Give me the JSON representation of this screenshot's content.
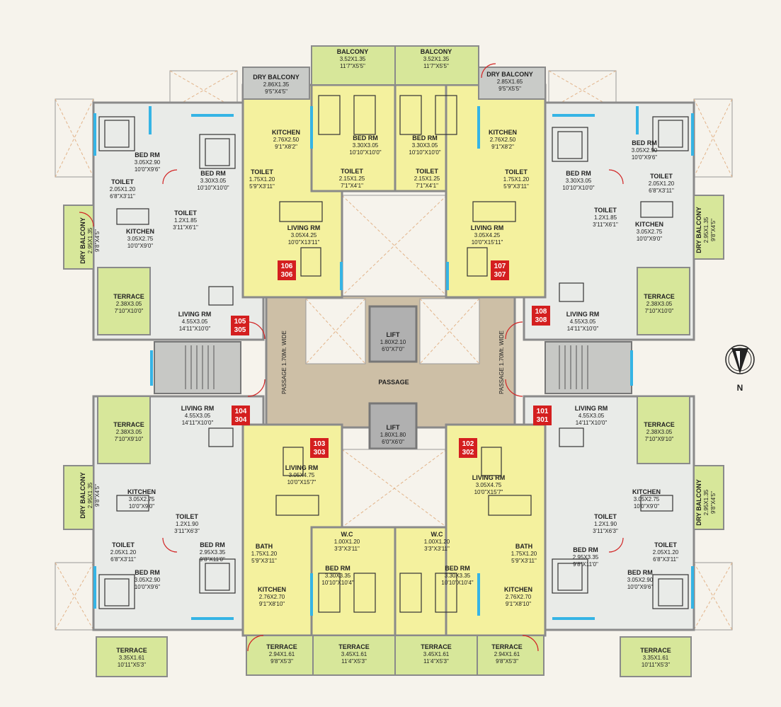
{
  "rooms": [
    {
      "name": "BALCONY",
      "dims": [
        "3.52X1.35",
        "11'7\"X5'5\""
      ]
    },
    {
      "name": "BALCONY",
      "dims": [
        "3.52X1.35",
        "11'7\"X5'5\""
      ]
    },
    {
      "name": "DRY BALCONY",
      "dims": [
        "2.86X1.35",
        "9'5\"X4'5\""
      ]
    },
    {
      "name": "DRY BALCONY",
      "dims": [
        "2.85X1.65",
        "9'5\"X5'5\""
      ]
    },
    {
      "name": "KITCHEN",
      "dims": [
        "2.76X2.50",
        "9'1\"X8'2\""
      ]
    },
    {
      "name": "BED RM",
      "dims": [
        "3.30X3.05",
        "10'10\"X10'0\""
      ]
    },
    {
      "name": "BED RM",
      "dims": [
        "3.30X3.05",
        "10'10\"X10'0\""
      ]
    },
    {
      "name": "KITCHEN",
      "dims": [
        "2.76X2.50",
        "9'1\"X8'2\""
      ]
    },
    {
      "name": "TOILET",
      "dims": [
        "1.75X1.20",
        "5'9\"X3'11\""
      ]
    },
    {
      "name": "TOILET",
      "dims": [
        "2.15X1.25",
        "7'1\"X4'1\""
      ]
    },
    {
      "name": "TOILET",
      "dims": [
        "2.15X1.25",
        "7'1\"X4'1\""
      ]
    },
    {
      "name": "TOILET",
      "dims": [
        "1.75X1.20",
        "5'9\"X3'11\""
      ]
    },
    {
      "name": "BED RM",
      "dims": [
        "3.05X2.90",
        "10'0\"X9'6\""
      ]
    },
    {
      "name": "BED RM",
      "dims": [
        "3.30X3.05",
        "10'10\"X10'0\""
      ]
    },
    {
      "name": "TOILET",
      "dims": [
        "2.05X1.20",
        "6'8\"X3'11\""
      ]
    },
    {
      "name": "TOILET",
      "dims": [
        "1.2X1.85",
        "3'11\"X6'1\""
      ]
    },
    {
      "name": "BED RM",
      "dims": [
        "3.30X3.05",
        "10'10\"X10'0\""
      ]
    },
    {
      "name": "BED RM",
      "dims": [
        "3.05X2.90",
        "10'0\"X9'6\""
      ]
    },
    {
      "name": "TOILET",
      "dims": [
        "2.05X1.20",
        "6'8\"X3'11\""
      ]
    },
    {
      "name": "TOILET",
      "dims": [
        "1.2X1.85",
        "3'11\"X6'1\""
      ]
    },
    {
      "name": "DRY BALCONY",
      "dims": [
        "2.95X1.35",
        "9'8\"X4'5\""
      ]
    },
    {
      "name": "KITCHEN",
      "dims": [
        "3.05X2.75",
        "10'0\"X9'0\""
      ]
    },
    {
      "name": "LIVING RM",
      "dims": [
        "3.05X4.25",
        "10'0\"X13'11\""
      ]
    },
    {
      "name": "LIVING RM",
      "dims": [
        "3.05X4.25",
        "10'0\"X15'11\""
      ]
    },
    {
      "name": "KITCHEN",
      "dims": [
        "3.05X2.75",
        "10'0\"X9'0\""
      ]
    },
    {
      "name": "DRY BALCONY",
      "dims": [
        "2.95X1.35",
        "9'8\"X4'5\""
      ]
    },
    {
      "name": "TERRACE",
      "dims": [
        "2.38X3.05",
        "7'10\"X10'0\""
      ]
    },
    {
      "name": "LIVING RM",
      "dims": [
        "4.55X3.05",
        "14'11\"X10'0\""
      ]
    },
    {
      "name": "LIFT",
      "dims": [
        "1.80X2.10",
        "6'0\"X7'0\""
      ]
    },
    {
      "name": "LIVING RM",
      "dims": [
        "4.55X3.05",
        "14'11\"X10'0\""
      ]
    },
    {
      "name": "TERRACE",
      "dims": [
        "2.38X3.05",
        "7'10\"X10'0\""
      ]
    },
    {
      "name": "PASSAGE",
      "dims": []
    },
    {
      "name": "TERRACE",
      "dims": [
        "2.38X3.05",
        "7'10\"X9'10\""
      ]
    },
    {
      "name": "LIVING RM",
      "dims": [
        "4.55X3.05",
        "14'11\"X10'0\""
      ]
    },
    {
      "name": "LIFT",
      "dims": [
        "1.80X1.80",
        "6'0\"X6'0\""
      ]
    },
    {
      "name": "LIVING RM",
      "dims": [
        "4.55X3.05",
        "14'11\"X10'0\""
      ]
    },
    {
      "name": "TERRACE",
      "dims": [
        "2.38X3.05",
        "7'10\"X9'10\""
      ]
    },
    {
      "name": "LIVING RM",
      "dims": [
        "3.05X4.75",
        "10'0\"X15'7\""
      ]
    },
    {
      "name": "LIVING RM",
      "dims": [
        "3.05X4.75",
        "10'0\"X15'7\""
      ]
    },
    {
      "name": "DRY BALCONY",
      "dims": [
        "2.95X1.35",
        "9'8\"X4'5\""
      ]
    },
    {
      "name": "KITCHEN",
      "dims": [
        "3.05X2.75",
        "10'0\"X9'0\""
      ]
    },
    {
      "name": "TOILET",
      "dims": [
        "1.2X1.90",
        "3'11\"X6'3\""
      ]
    },
    {
      "name": "TOILET",
      "dims": [
        "1.2X1.90",
        "3'11\"X6'3\""
      ]
    },
    {
      "name": "KITCHEN",
      "dims": [
        "3.05X2.75",
        "10'0\"X9'0\""
      ]
    },
    {
      "name": "DRY BALCONY",
      "dims": [
        "2.95X1.35",
        "9'8\"X4'5\""
      ]
    },
    {
      "name": "W.C",
      "dims": [
        "1.00X1.20",
        "3'3\"X3'11\""
      ]
    },
    {
      "name": "W.C",
      "dims": [
        "1.00X1.20",
        "3'3\"X3'11\""
      ]
    },
    {
      "name": "TOILET",
      "dims": [
        "2.05X1.20",
        "6'8\"X3'11\""
      ]
    },
    {
      "name": "BED RM",
      "dims": [
        "2.95X3.35",
        "9'8\"X11'0\""
      ]
    },
    {
      "name": "BATH",
      "dims": [
        "1.75X1.20",
        "5'9\"X3'11\""
      ]
    },
    {
      "name": "BATH",
      "dims": [
        "1.75X1.20",
        "5'9\"X3'11\""
      ]
    },
    {
      "name": "BED RM",
      "dims": [
        "2.95X3.35",
        "9'8\"X11'0\""
      ]
    },
    {
      "name": "TOILET",
      "dims": [
        "2.05X1.20",
        "6'8\"X3'11\""
      ]
    },
    {
      "name": "BED RM",
      "dims": [
        "3.05X2.90",
        "10'0\"X9'6\""
      ]
    },
    {
      "name": "BED RM",
      "dims": [
        "3.30X3.35",
        "10'10\"X10'4\""
      ]
    },
    {
      "name": "BED RM",
      "dims": [
        "3.30X3.35",
        "10'10\"X10'4\""
      ]
    },
    {
      "name": "BED RM",
      "dims": [
        "3.05X2.90",
        "10'0\"X9'6\""
      ]
    },
    {
      "name": "KITCHEN",
      "dims": [
        "2.76X2.70",
        "9'1\"X8'10\""
      ]
    },
    {
      "name": "KITCHEN",
      "dims": [
        "2.76X2.70",
        "9'1\"X8'10\""
      ]
    },
    {
      "name": "TERRACE",
      "dims": [
        "3.35X1.61",
        "10'11\"X5'3\""
      ]
    },
    {
      "name": "TERRACE",
      "dims": [
        "2.94X1.61",
        "9'8\"X5'3\""
      ]
    },
    {
      "name": "TERRACE",
      "dims": [
        "3.45X1.61",
        "11'4\"X5'3\""
      ]
    },
    {
      "name": "TERRACE",
      "dims": [
        "3.45X1.61",
        "11'4\"X5'3\""
      ]
    },
    {
      "name": "TERRACE",
      "dims": [
        "2.94X1.61",
        "9'8\"X5'3\""
      ]
    },
    {
      "name": "TERRACE",
      "dims": [
        "3.35X1.61",
        "10'11\"X5'3\""
      ]
    }
  ],
  "passages": [
    "PASSAGE 1.70Mt. WIDE",
    "PASSAGE 1.70Mt. WIDE"
  ],
  "units": [
    [
      "106",
      "306"
    ],
    [
      "107",
      "307"
    ],
    [
      "105",
      "305"
    ],
    [
      "108",
      "308"
    ],
    [
      "104",
      "304"
    ],
    [
      "101",
      "301"
    ],
    [
      "103",
      "303"
    ],
    [
      "102",
      "302"
    ]
  ],
  "compass": {
    "label": "N"
  },
  "colors": {
    "yellow_unit": "#f4f19e",
    "grey_unit": "#e9ebe8",
    "terrace_green": "#d7e79a",
    "passage": "#cdbfa6",
    "stair": "#c7c8c5",
    "wall": "#8a8a8a",
    "window": "#35b4e5",
    "door_arc": "#d22525",
    "unit_tag": "#d41f1f"
  }
}
